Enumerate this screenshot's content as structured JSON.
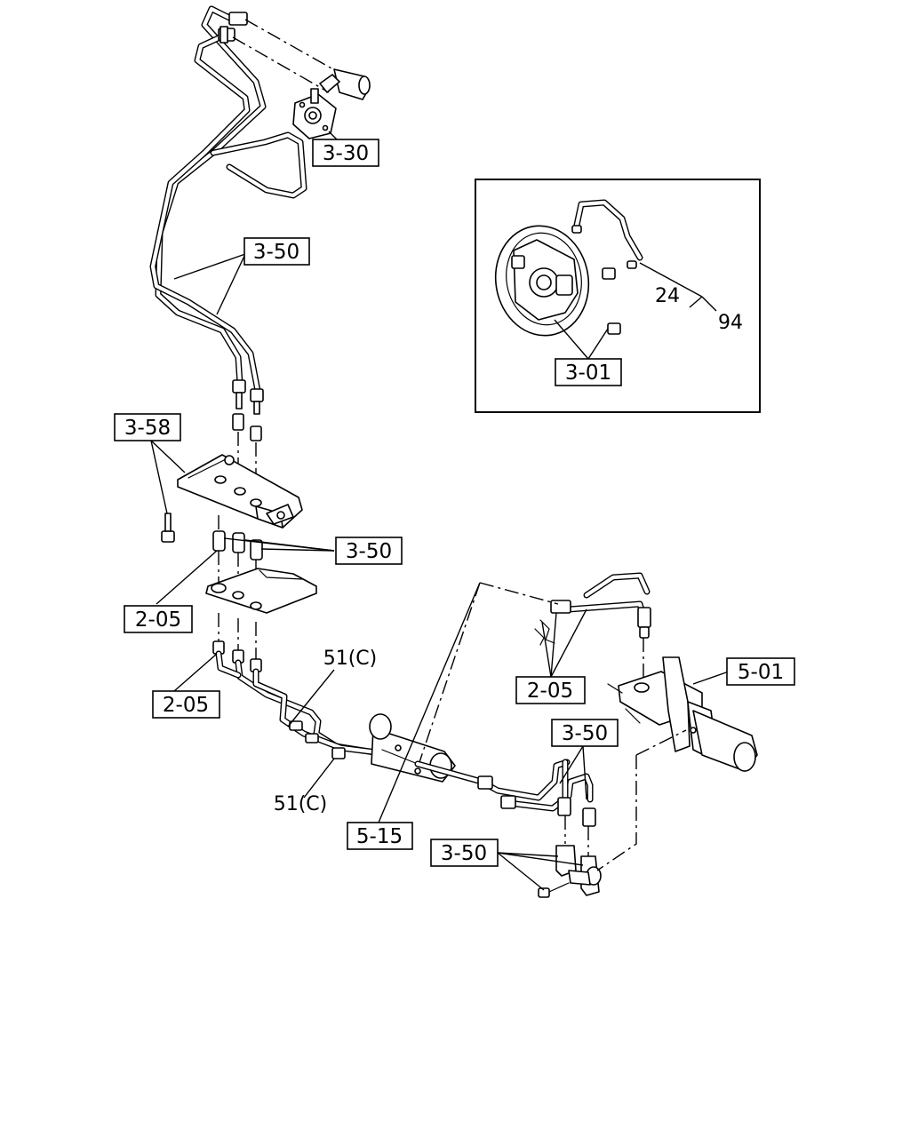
{
  "labels": {
    "bracket_upper": "3-30",
    "pipe_upper": "3-50",
    "bolt_upper": "3-58",
    "pipe_middle": "3-50",
    "hose_left_upper": "2-05",
    "hose_left_lower": "2-05",
    "clip_upper": "51(C)",
    "clip_lower": "51(C)",
    "axle_bracket": "5-15",
    "hose_right": "2-05",
    "frame_bracket": "5-01",
    "pipe_lower_right": "3-50",
    "three_way": "3-50",
    "inset_backplate": "3-01",
    "inset_part_24": "24",
    "inset_part_94": "94"
  }
}
